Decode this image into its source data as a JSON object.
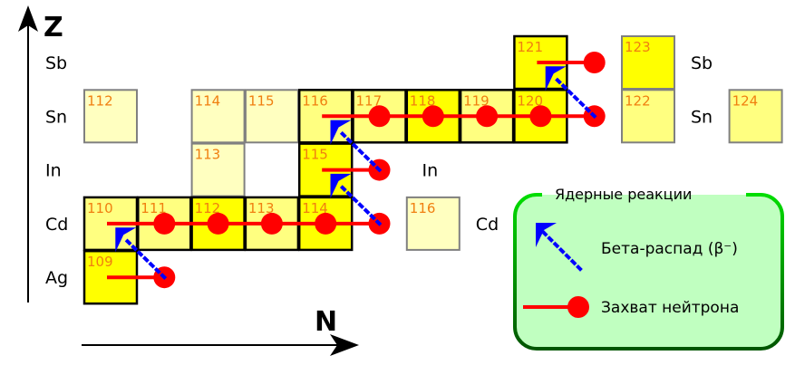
{
  "axes": {
    "z_label": "Z",
    "n_label": "N"
  },
  "elements": {
    "left": [
      {
        "symbol": "Sb",
        "z": 51
      },
      {
        "symbol": "Sn",
        "z": 50
      },
      {
        "symbol": "In",
        "z": 49
      },
      {
        "symbol": "Cd",
        "z": 48
      },
      {
        "symbol": "Ag",
        "z": 47
      }
    ],
    "right": [
      {
        "symbol": "Sb",
        "z": 51,
        "after_n": 72
      },
      {
        "symbol": "Sn",
        "z": 50,
        "after_n": 72
      },
      {
        "symbol": "In",
        "z": 49,
        "after_n": 67
      },
      {
        "symbol": "Cd",
        "z": 48,
        "after_n": 68
      }
    ]
  },
  "colors": {
    "pathway_fill": "#ffff00",
    "pathway_light_fill": "#ffff80",
    "pale_fill": "#ffffc0",
    "pathway_border": "#000000",
    "pale_border": "#808080",
    "mass_text": "#f07f10",
    "neutron_capture": "#ff0000",
    "beta_decay": "#0000ff",
    "legend_fill": "#c0ffc0",
    "legend_border_top": "#00dd00",
    "legend_border_bottom": "#005500"
  },
  "nuclides": [
    {
      "element": "Ag",
      "z": 47,
      "a": 109,
      "style": "s-bright"
    },
    {
      "element": "Cd",
      "z": 48,
      "a": 110,
      "style": "s-light"
    },
    {
      "element": "Cd",
      "z": 48,
      "a": 111,
      "style": "s-light"
    },
    {
      "element": "Cd",
      "z": 48,
      "a": 112,
      "style": "s-bright"
    },
    {
      "element": "Cd",
      "z": 48,
      "a": 113,
      "style": "s-light"
    },
    {
      "element": "Cd",
      "z": 48,
      "a": 114,
      "style": "s-bright"
    },
    {
      "element": "Cd",
      "z": 48,
      "a": 116,
      "style": "pale"
    },
    {
      "element": "In",
      "z": 49,
      "a": 113,
      "style": "pale"
    },
    {
      "element": "In",
      "z": 49,
      "a": 115,
      "style": "s-bright"
    },
    {
      "element": "Sn",
      "z": 50,
      "a": 112,
      "style": "pale"
    },
    {
      "element": "Sn",
      "z": 50,
      "a": 114,
      "style": "pale"
    },
    {
      "element": "Sn",
      "z": 50,
      "a": 115,
      "style": "pale"
    },
    {
      "element": "Sn",
      "z": 50,
      "a": 116,
      "style": "s-light"
    },
    {
      "element": "Sn",
      "z": 50,
      "a": 117,
      "style": "s-light"
    },
    {
      "element": "Sn",
      "z": 50,
      "a": 118,
      "style": "s-bright"
    },
    {
      "element": "Sn",
      "z": 50,
      "a": 119,
      "style": "s-light"
    },
    {
      "element": "Sn",
      "z": 50,
      "a": 120,
      "style": "s-bright"
    },
    {
      "element": "Sn",
      "z": 50,
      "a": 122,
      "style": "pale-light"
    },
    {
      "element": "Sn",
      "z": 50,
      "a": 124,
      "style": "pale-light"
    },
    {
      "element": "Sb",
      "z": 51,
      "a": 121,
      "style": "s-bright"
    },
    {
      "element": "Sb",
      "z": 51,
      "a": 123,
      "style": "pale-bright"
    }
  ],
  "neutron_captures": [
    {
      "z": 47,
      "from_n": 62,
      "to_n": 63
    },
    {
      "z": 48,
      "from_n": 62,
      "to_n": 67
    },
    {
      "z": 49,
      "from_n": 66,
      "to_n": 67
    },
    {
      "z": 50,
      "from_n": 66,
      "to_n": 71
    },
    {
      "z": 51,
      "from_n": 70,
      "to_n": 71
    }
  ],
  "beta_decays": [
    {
      "from_z": 47,
      "from_n": 63
    },
    {
      "from_z": 48,
      "from_n": 67
    },
    {
      "from_z": 49,
      "from_n": 67
    },
    {
      "from_z": 50,
      "from_n": 71
    }
  ],
  "legend": {
    "title": "Ядерные реакции",
    "items": [
      {
        "type": "beta-decay",
        "label": "Бета-распад (β⁻)"
      },
      {
        "type": "neutron-capture",
        "label": "Захват нейтрона"
      }
    ]
  }
}
